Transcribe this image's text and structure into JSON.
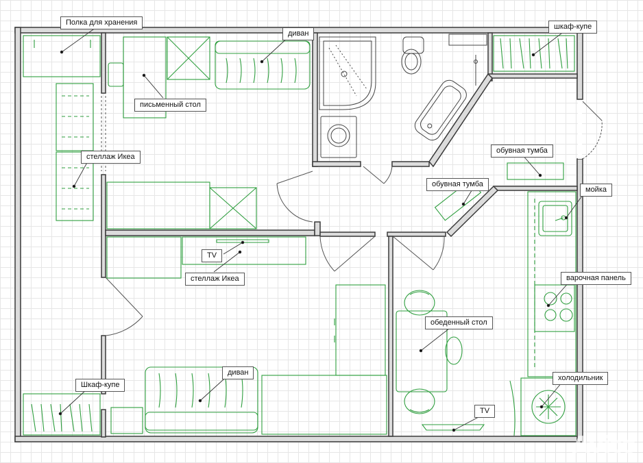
{
  "labels": {
    "storage_shelf": "Полка для хранения",
    "sofa_top": "диван",
    "wardrobe_top": "шкаф-купе",
    "desk": "письменный стол",
    "ikea_rack_left": "стеллаж Икеа",
    "shoe_cabinet_1": "обувная тумба",
    "shoe_cabinet_2": "обувная тумба",
    "sink": "мойка",
    "tv_living": "TV",
    "ikea_rack_living": "стеллаж Икеа",
    "hob": "варочная панель",
    "dining_table": "обеденный стол",
    "sofa_living": "диван",
    "fridge": "холодильник",
    "wardrobe_living": "Шкаф-купе",
    "tv_kitchen": "TV"
  },
  "watermark": "Avito",
  "colors": {
    "wall": "#4a4a4a",
    "furniture": "#2e9e3e",
    "fixture": "#444444",
    "grid": "#e6e6e6"
  }
}
